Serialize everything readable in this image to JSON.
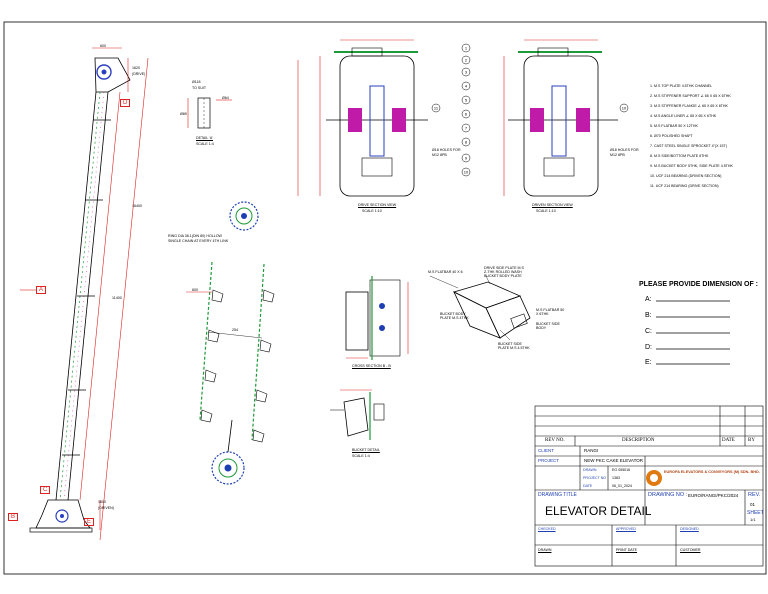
{
  "drawing": {
    "main_dims": {
      "top_width": "600",
      "top_head": "1620",
      "top_head_note": "(DRIVE)",
      "total_height": "16400",
      "casing": "11400",
      "bottom_head": "1600",
      "bottom_head_note": "(DRIVEN)",
      "section_markers": [
        "A",
        "B",
        "C",
        "D",
        "E"
      ]
    },
    "detail_a": {
      "title": "DETAIL 'A'",
      "scale": "SCALE 1:4",
      "labels": [
        "Ø118",
        "TO SUIT",
        "Ø64",
        "Ø89"
      ]
    },
    "chain_note": "RING DIA 38.1(DIN 80) HOLLOW SINGLE CHAIN AT EVERY 4TH LINK",
    "chain_dims": [
      "600",
      "254"
    ],
    "drive_section": {
      "title": "DRIVE SECTION VIEW",
      "scale": "SCALE 1:10"
    },
    "driven_section": {
      "title": "DRIVEN SECTION VIEW",
      "scale": "SCALE 1:10"
    },
    "hole_note_1": "Ø18 HOLES FOR M12 8PB",
    "hole_note_2": "Ø18 HOLES FOR M12 8PB",
    "cross_section": {
      "title": "CROSS SECTION B - B"
    },
    "bucket_detail": {
      "title": "BUCKET DETAIL",
      "scale": "SCALE 1:4"
    },
    "bucket_iso_notes": [
      "M.S FLATBAR 40 X 6",
      "DRIVE SIDE PLATE M.S Z-THK ROLLED WASH BUCKET BODY PLATE",
      "M.S FLATBAR 50 X 6THK",
      "BUCKET BODY PLATE M.S 4THK",
      "BUCKET SIDE BODY",
      "BUCKET SIDE PLATE M.S 4.5THK"
    ],
    "parts_list": [
      "1. M.S TOP PLATE 4.5THK CHANNEL",
      "2. M.S STIFFENER SUPPORT ∠ 65 X 65 X 6THK",
      "3. M.S STIFFENER FLANGE ∠ 65 X 65 X 6THK",
      "4. M.S ANGLE LINER ∠ 65 X 65 X 6THK",
      "5. M.S FLATBAR 50 X 12THK",
      "6. Ø70 POLISHED SHAFT",
      "7. CAST STEEL SINGLE SPROCKET 4\"(X 15T)",
      "8. M.S SIDE/BOTTOM PLATE 6THK",
      "9. M.S BUCKET BODY 5THK, SIDE PLATE 4.5THK",
      "10. UCF 214 BEARING (DRIVEN SECTION)",
      "11. UCF 214 BEARING (DRIVE SECTION)"
    ],
    "dimension_prompt": {
      "title": "PLEASE PROVIDE DIMENSION OF :",
      "labels": [
        "A:",
        "B:",
        "C:",
        "D:",
        "E:"
      ]
    }
  },
  "title_block": {
    "rev_header": [
      "REV NO.",
      "DESCRIPTION",
      "DATE",
      "BY"
    ],
    "client_label": "CLIENT",
    "client_value": "RANGI",
    "project_label": "PROJECT",
    "project_value": "NEW PKC CAKE ELEVATOR",
    "rows": [
      {
        "label": "DRAWN",
        "value": "EG 055016"
      },
      {
        "label": "PROJECT NO",
        "value": "1383"
      },
      {
        "label": "DATE",
        "value": "06_01_2024"
      }
    ],
    "company": "EUROPA ELEVATORS & CONVEYORS (M) SDN. BHD.",
    "drawing_title_label": "DRAWING TITLE",
    "drawing_title": "ELEVATOR DETAIL",
    "drawing_no_label": "DRAWING NO :",
    "drawing_no": "EURO/RANGI/PKC/2024",
    "rev_label": "REV.",
    "rev_value": "01",
    "sheet_label": "SHEET",
    "sheet_value": "1/1",
    "sign_row_1": [
      "CHECKED",
      "APPROVED",
      "DESIGNED"
    ],
    "sign_row_2": [
      "DRAWN",
      "PRINT DATE",
      "CUSTOMER"
    ]
  },
  "colors": {
    "outline": "#000000",
    "dimension": "#d22222",
    "chain": "#1e9a3a",
    "magenta": "#c01aa8",
    "blue_text": "#1e3fb3",
    "logo_orange": "#e07a10"
  }
}
